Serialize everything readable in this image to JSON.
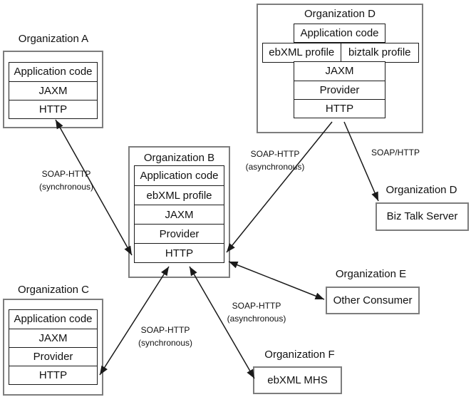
{
  "orgs": {
    "a": {
      "title": "Organization A",
      "layers": [
        "Application code",
        "JAXM",
        "HTTP"
      ]
    },
    "b": {
      "title": "Organization B",
      "layers": [
        "Application code",
        "ebXML profile",
        "JAXM",
        "Provider",
        "HTTP"
      ]
    },
    "c": {
      "title": "Organization C",
      "layers": [
        "Application code",
        "JAXM",
        "Provider",
        "HTTP"
      ]
    },
    "d_top": {
      "title": "Organization D",
      "app_layer": "Application code",
      "profile_left": "ebXML profile",
      "profile_right": "biztalk profile",
      "layers": [
        "JAXM",
        "Provider",
        "HTTP"
      ]
    },
    "d_bottom": {
      "title": "Organization D",
      "label": "Biz Talk Server"
    },
    "e": {
      "title": "Organization E",
      "label": "Other Consumer"
    },
    "f": {
      "title": "Organization F",
      "label": "ebXML MHS"
    }
  },
  "connections": {
    "a_b": {
      "line1": "SOAP-HTTP",
      "line2": "(synchronous)"
    },
    "d_b": {
      "line1": "SOAP-HTTP",
      "line2": "(asynchronous)"
    },
    "d_biztalk": {
      "line1": "SOAP/HTTP",
      "line2": ""
    },
    "b_c": {
      "line1": "SOAP-HTTP",
      "line2": "(synchronous)"
    },
    "b_f": {
      "line1": "SOAP-HTTP",
      "line2": "(asynchronous)"
    }
  },
  "colors": {
    "outer_border": "#7d7d7d",
    "inner_border": "#1a1a1a",
    "line": "#1a1a1a",
    "text": "#000000",
    "background": "#ffffff"
  }
}
